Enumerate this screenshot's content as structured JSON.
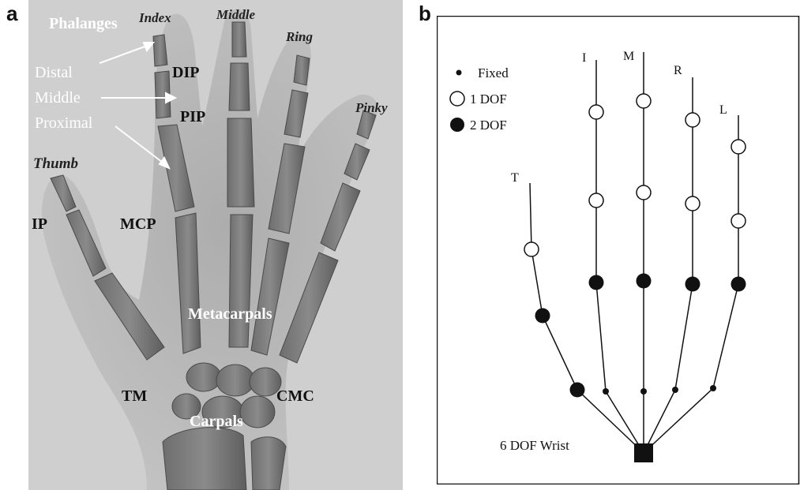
{
  "panel_a": {
    "panel_label": "a",
    "labels": {
      "phalanges": "Phalanges",
      "index": "Index",
      "middle": "Middle",
      "ring": "Ring",
      "pinky": "Pinky",
      "thumb": "Thumb",
      "distal": "Distal",
      "middle_phalanx": "Middle",
      "proximal": "Proximal",
      "dip": "DIP",
      "pip": "PIP",
      "ip": "IP",
      "mcp": "MCP",
      "metacarpals": "Metacarpals",
      "tm": "TM",
      "cmc": "CMC",
      "carpals": "Carpals"
    }
  },
  "panel_b": {
    "panel_label": "b",
    "legend": [
      {
        "symbol": "fixed",
        "label": "Fixed"
      },
      {
        "symbol": "1dof",
        "label": "1 DOF"
      },
      {
        "symbol": "2dof",
        "label": "2 DOF"
      }
    ],
    "fingers": [
      "T",
      "I",
      "M",
      "R",
      "L"
    ],
    "wrist_label": "6 DOF Wrist",
    "colors": {
      "open_fill": "#ffffff",
      "filled": "#111111",
      "line": "#111111"
    }
  }
}
